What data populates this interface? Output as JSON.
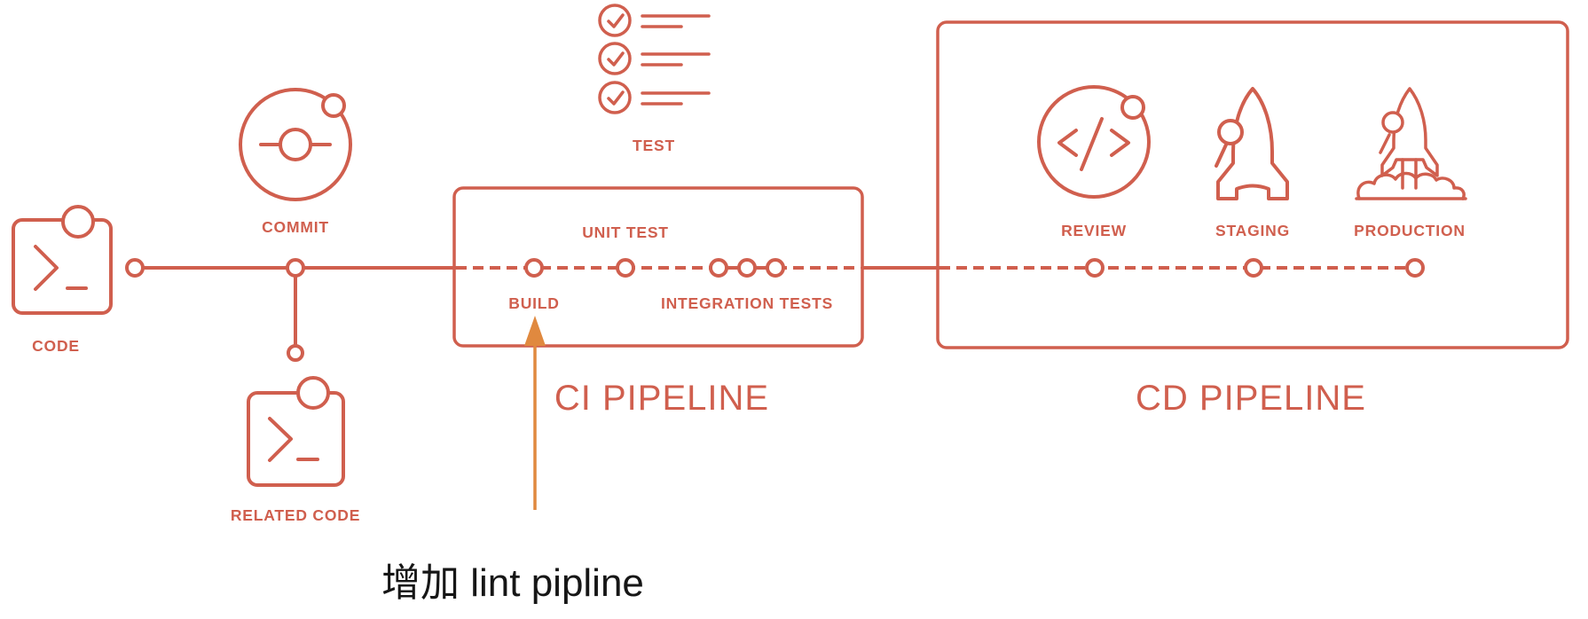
{
  "colors": {
    "accent": "#d05f4e",
    "arrow": "#e0893f",
    "annotation_ink": "#161616",
    "background": "#ffffff"
  },
  "stages": {
    "code": "CODE",
    "commit": "COMMIT",
    "related_code": "RELATED CODE",
    "test": "TEST",
    "build": "BUILD",
    "unit_test": "UNIT TEST",
    "integration_tests": "INTEGRATION TESTS",
    "review": "REVIEW",
    "staging": "STAGING",
    "production": "PRODUCTION"
  },
  "pipelines": {
    "ci": "CI PIPELINE",
    "cd": "CD PIPELINE"
  },
  "annotation": {
    "text": "增加 lint pipline",
    "points_to": "BUILD"
  }
}
